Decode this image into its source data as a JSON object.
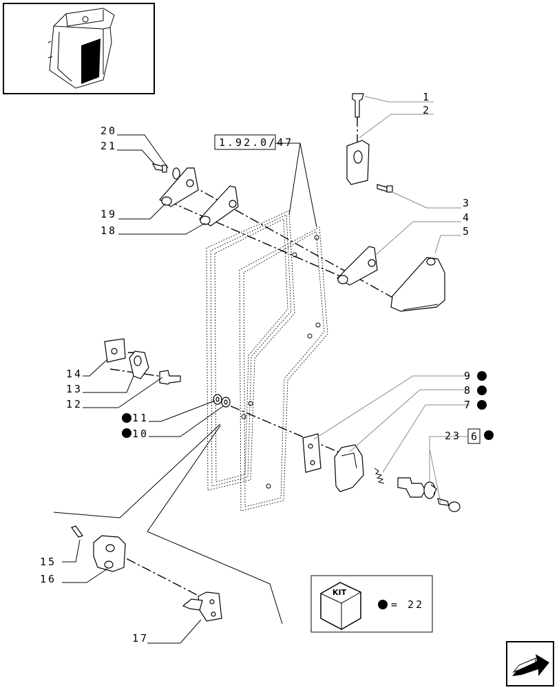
{
  "diagram": {
    "ref_box": "1.92.0/47",
    "callouts": {
      "c1": "1",
      "c2": "2",
      "c3": "3",
      "c4": "4",
      "c5": "5",
      "c6": "6",
      "c7": "7",
      "c8": "8",
      "c9": "9",
      "c10": "10",
      "c11": "11",
      "c12": "12",
      "c13": "13",
      "c14": "14",
      "c15": "15",
      "c16": "16",
      "c17": "17",
      "c18": "18",
      "c19": "19",
      "c20": "20",
      "c21": "21",
      "c23": "23"
    },
    "legend": {
      "kit_label": "KIT",
      "kit_text": "= 22"
    },
    "icons": [
      "cab-thumbnail-icon",
      "kit-box-icon",
      "bullet-dot-icon",
      "next-page-arrow-icon"
    ]
  }
}
